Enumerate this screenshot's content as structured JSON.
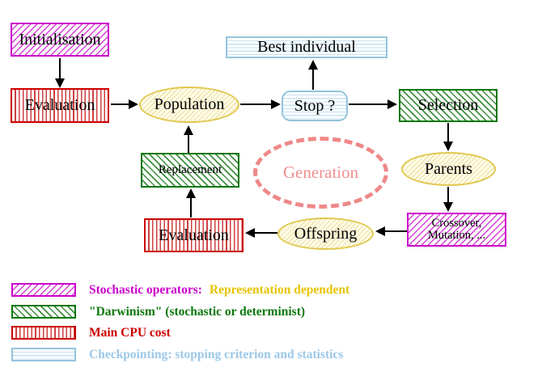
{
  "diagram": {
    "nodes": {
      "initialisation": "Initialisation",
      "evaluation_top": "Evaluation",
      "population": "Population",
      "best_individual": "Best individual",
      "stop": "Stop ?",
      "selection": "Selection",
      "parents": "Parents",
      "replacement": "Replacement",
      "generation": "Generation",
      "evaluation_bottom": "Evaluation",
      "offspring": "Offspring",
      "crossover_line1": "Crossover,",
      "crossover_line2": "Mutation, ..."
    }
  },
  "legend": {
    "items": [
      {
        "pattern": "magenta-diagonal-hatch",
        "label": "Stochastic operators:",
        "suffix": "Representation dependent"
      },
      {
        "pattern": "green-diagonal-hatch",
        "label": "\"Darwinism\" (stochastic or determinist)",
        "suffix": ""
      },
      {
        "pattern": "red-vertical-hatch",
        "label": "Main CPU cost",
        "suffix": ""
      },
      {
        "pattern": "cyan-horizontal-hatch",
        "label": "Checkpointing: stopping criterion and statistics",
        "suffix": ""
      }
    ]
  },
  "colors": {
    "magenta": "#cc00cc",
    "red": "#cc0000",
    "green": "#0b770b",
    "light_blue_border": "#94c4dc",
    "light_blue_text": "#9cc8e8",
    "yellow_border": "#e0c850",
    "yellow_fill": "#fffce9",
    "gold_text": "#e6c400",
    "salmon": "#ee8888",
    "arrow_black": "#000000"
  }
}
